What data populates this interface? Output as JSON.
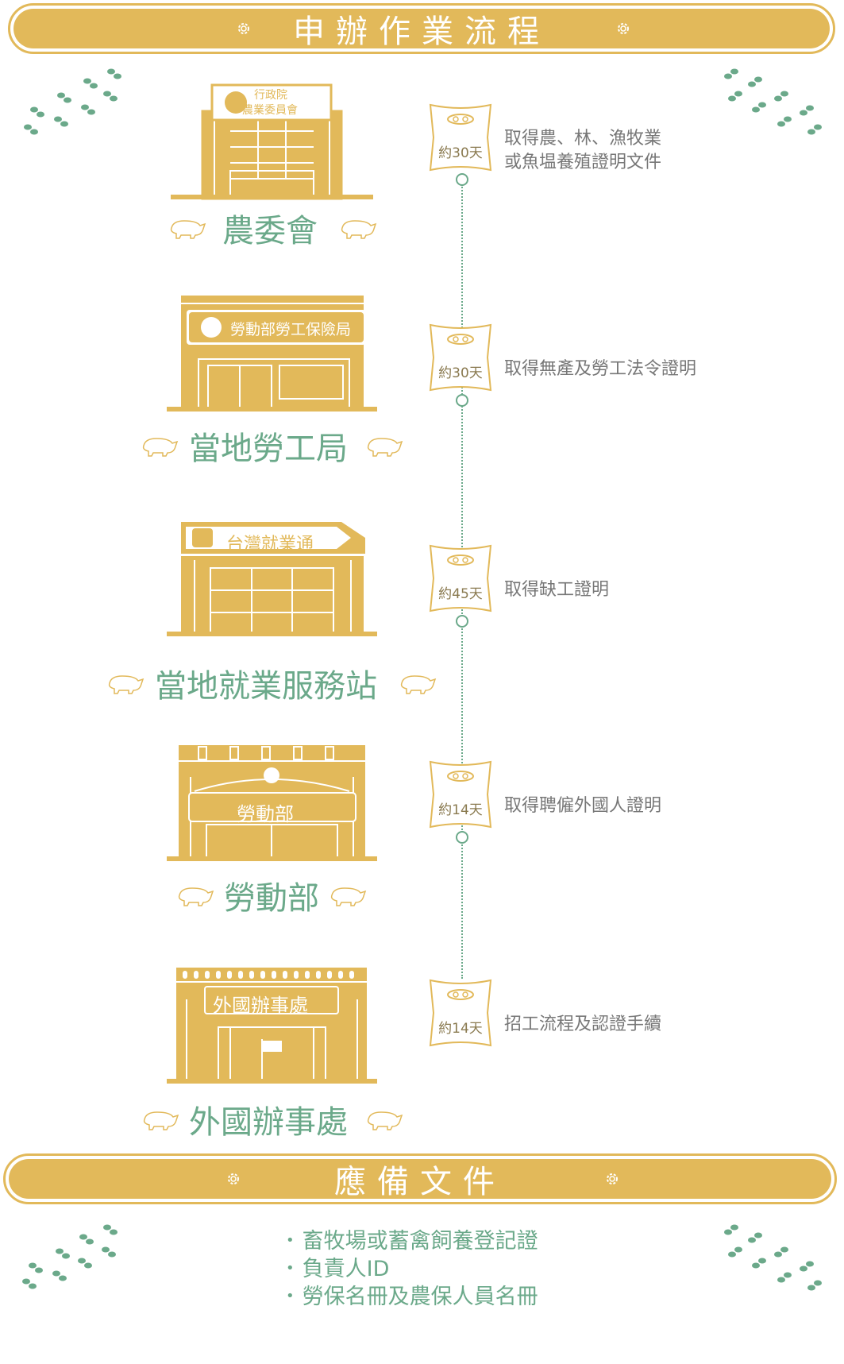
{
  "header": {
    "title": "申辦作業流程"
  },
  "steps": [
    {
      "place": "農委會",
      "sign_line1": "行政院",
      "sign_line2": "農業委員會",
      "days": "約30天",
      "desc_line1": "取得農、林、漁牧業",
      "desc_line2": "或魚塭養殖證明文件"
    },
    {
      "place": "當地勞工局",
      "sign": "勞動部勞工保險局",
      "days": "約30天",
      "desc_line1": "取得無產及勞工法令證明"
    },
    {
      "place": "當地就業服務站",
      "sign": "台灣就業通",
      "days": "約45天",
      "desc_line1": "取得缺工證明"
    },
    {
      "place": "勞動部",
      "sign": "勞動部",
      "days": "約14天",
      "desc_line1": "取得聘僱外國人證明"
    },
    {
      "place": "外國辦事處",
      "sign": "外國辦事處",
      "days": "約14天",
      "desc_line1": "招工流程及認證手續"
    }
  ],
  "docs_header": {
    "title": "應備文件"
  },
  "documents": [
    "畜牧場或蓄禽飼養登記證",
    "負責人ID",
    "勞保名冊及農保人員名冊"
  ],
  "colors": {
    "gold": "#e2b95a",
    "green": "#6ba98a",
    "text": "#777777"
  }
}
